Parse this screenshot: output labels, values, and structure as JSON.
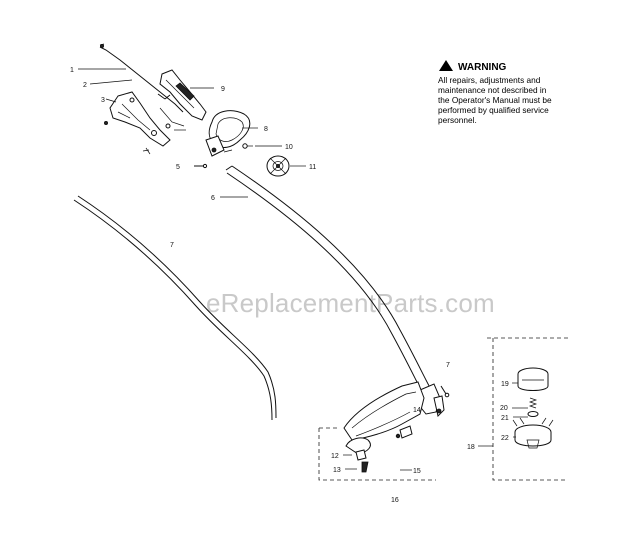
{
  "warning": {
    "title": "WARNING",
    "lines": [
      "All repairs, adjustments and",
      "maintenance not described in",
      "the Operator's Manual must be",
      "performed by qualified service",
      "personnel."
    ]
  },
  "watermark": "eReplacementParts.com",
  "callouts": {
    "c1": "1",
    "c2": "2",
    "c3": "3",
    "c4": "4",
    "c5": "5",
    "c6": "6",
    "c7a": "7",
    "c7b": "7",
    "c8": "8",
    "c9": "9",
    "c10": "10",
    "c11": "11",
    "c12": "12",
    "c13": "13",
    "c14": "14",
    "c15": "15",
    "c16": "16",
    "c18": "18",
    "c19": "19",
    "c20": "20",
    "c21": "21",
    "c22": "22"
  }
}
